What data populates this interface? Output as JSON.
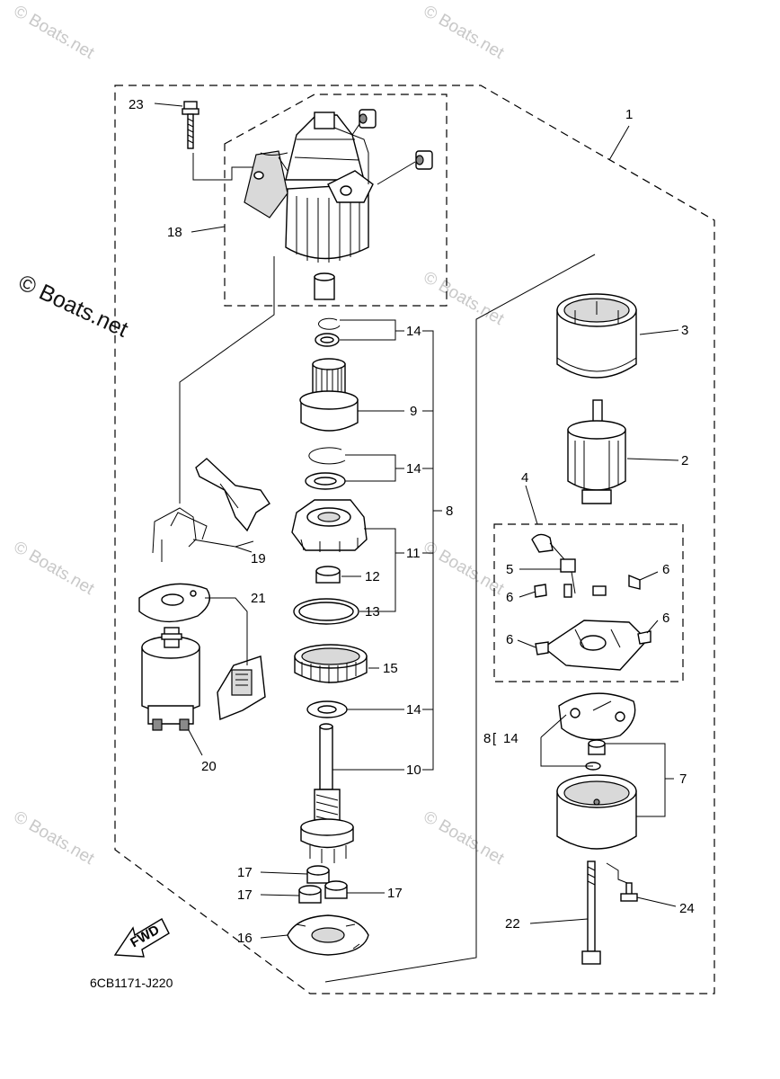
{
  "watermarks": {
    "main": "© Boats.net",
    "faint": "© Boats.net"
  },
  "diagram_code": "6CB1171-J220",
  "fwd_label": "FWD",
  "callouts": {
    "c1": "1",
    "c2": "2",
    "c3": "3",
    "c4": "4",
    "c5": "5",
    "c6": "6",
    "c7": "7",
    "c8a": "8",
    "c8b": "8",
    "c9": "9",
    "c10": "10",
    "c11": "11",
    "c12": "12",
    "c13": "13",
    "c14": "14",
    "c15": "15",
    "c16": "16",
    "c17": "17",
    "c18": "18",
    "c19": "19",
    "c20": "20",
    "c21": "21",
    "c22": "22",
    "c23": "23",
    "c24": "24"
  }
}
